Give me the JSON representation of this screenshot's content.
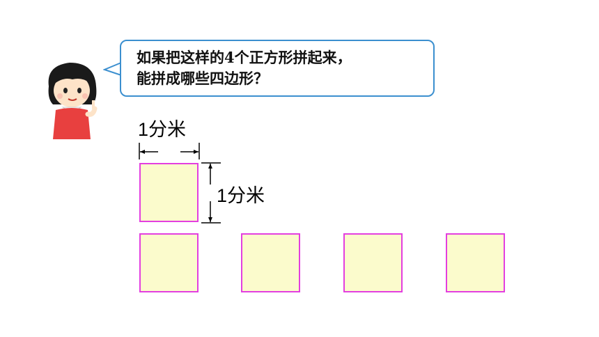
{
  "speech_bubble": {
    "line1": "如果把这样的4个正方形拼起来，",
    "line2": "能拼成哪些四边形？"
  },
  "dimension_labels": {
    "width": "1分米",
    "height": "1分米"
  },
  "square_count": 5,
  "colors": {
    "square_fill": "#fbfbcc",
    "square_border": "#e33ee0",
    "bubble_border": "#3b8fcf"
  }
}
